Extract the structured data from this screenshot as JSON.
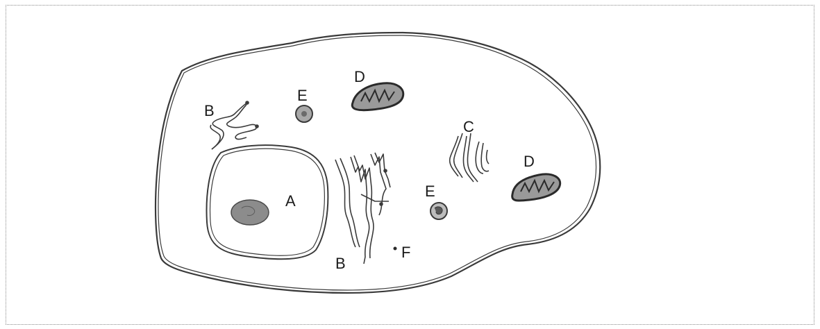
{
  "labels": {
    "a": "A",
    "b_top": "B",
    "b_bottom": "B",
    "c": "C",
    "d_top": "D",
    "d_right": "D",
    "e_top": "E",
    "e_middle": "E",
    "f": "F"
  },
  "colors": {
    "outline": "#3a3a3a",
    "organelle_fill": "#9a9a9a",
    "nucleolus_fill": "#8c8c8c",
    "mito_outline": "#2a2a2a",
    "label": "#1a1a1a",
    "frame_border": "#8a8a8a"
  }
}
